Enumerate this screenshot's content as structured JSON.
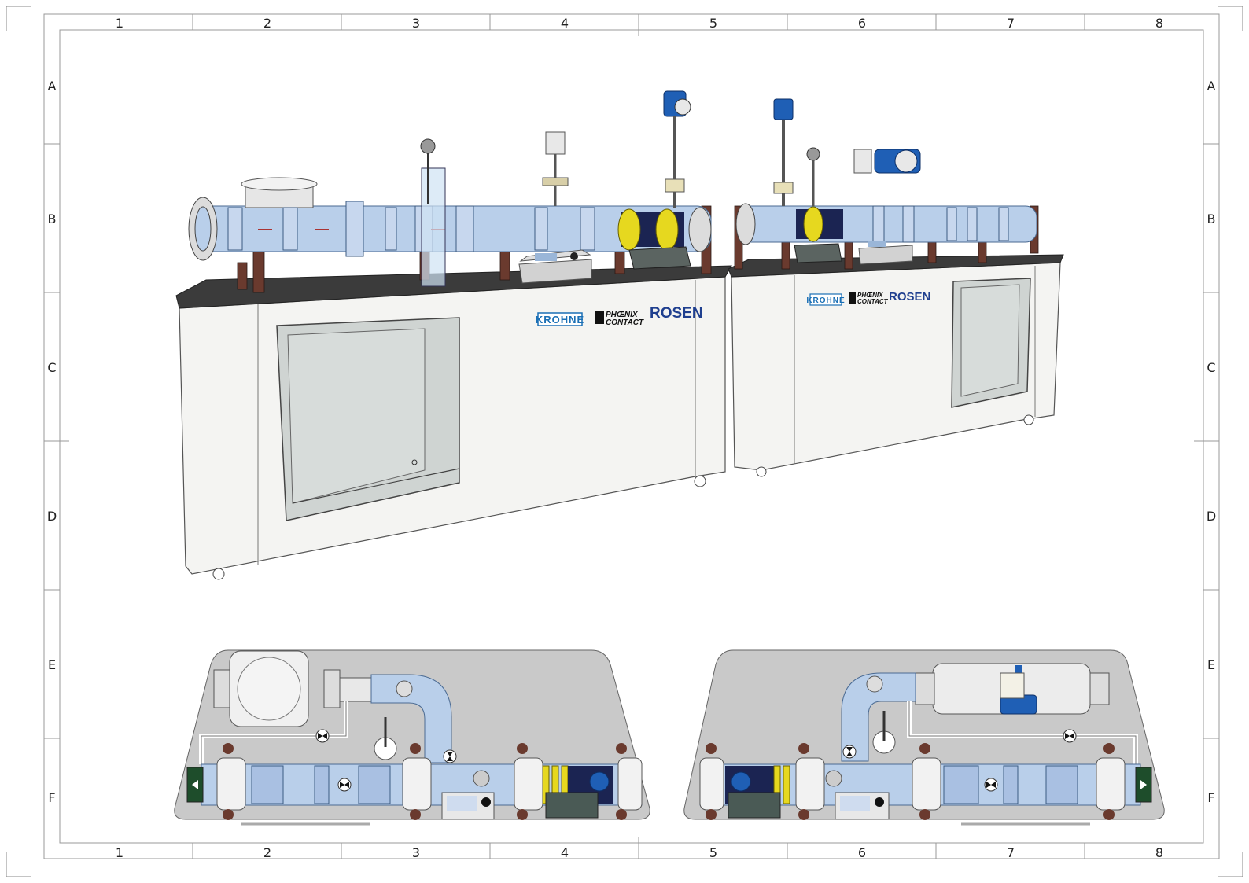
{
  "sheet": {
    "columns": [
      "1",
      "2",
      "3",
      "4",
      "5",
      "6",
      "7",
      "8"
    ],
    "rows": [
      "A",
      "B",
      "C",
      "D",
      "E",
      "F"
    ]
  },
  "logos": {
    "krohne": "KROHNE",
    "phoenix_line1": "PHŒNIX",
    "phoenix_line2": "CONTACT",
    "rosen": "ROSEN"
  },
  "colors": {
    "pipe_blue": "#b9cfea",
    "device_blue": "#1f5fb5",
    "yellow_ring": "#e6d81f",
    "cabinet": "#f4f4f2",
    "countertop": "#3b3b3b",
    "support_brown": "#6a3a2e",
    "plan_grey": "#c9c9c9",
    "panel_green": "#4a5a55"
  }
}
